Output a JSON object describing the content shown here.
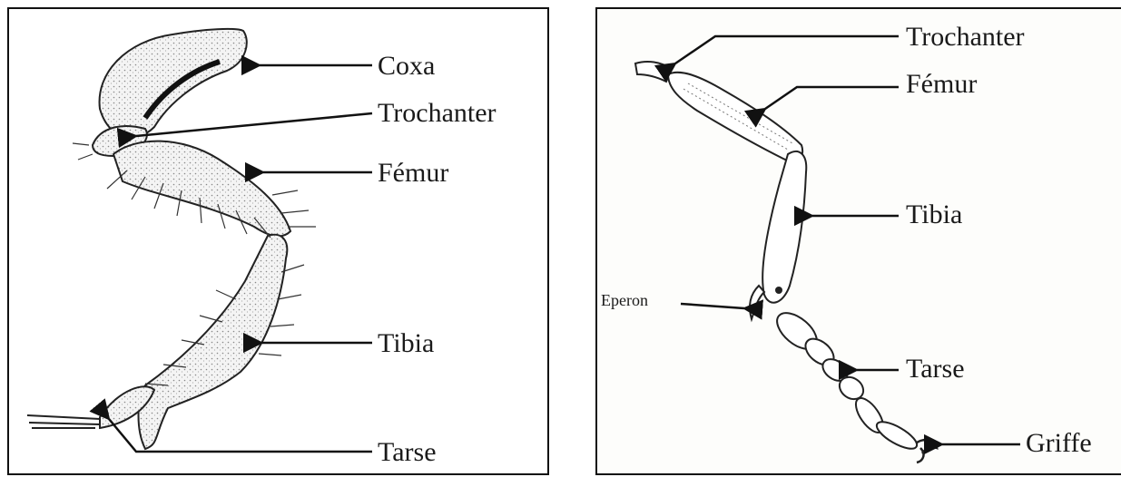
{
  "left_diagram": {
    "labels": {
      "coxa": "Coxa",
      "trochanter": "Trochanter",
      "femur": "Fémur",
      "tibia": "Tibia",
      "tarse": "Tarse"
    }
  },
  "right_diagram": {
    "labels": {
      "trochanter": "Trochanter",
      "femur": "Fémur",
      "tibia": "Tibia",
      "eperon": "Eperon",
      "tarse": "Tarse",
      "griffe": "Griffe"
    }
  },
  "colors": {
    "ink": "#1a1a1a",
    "stipple": "#cfcfcf"
  }
}
